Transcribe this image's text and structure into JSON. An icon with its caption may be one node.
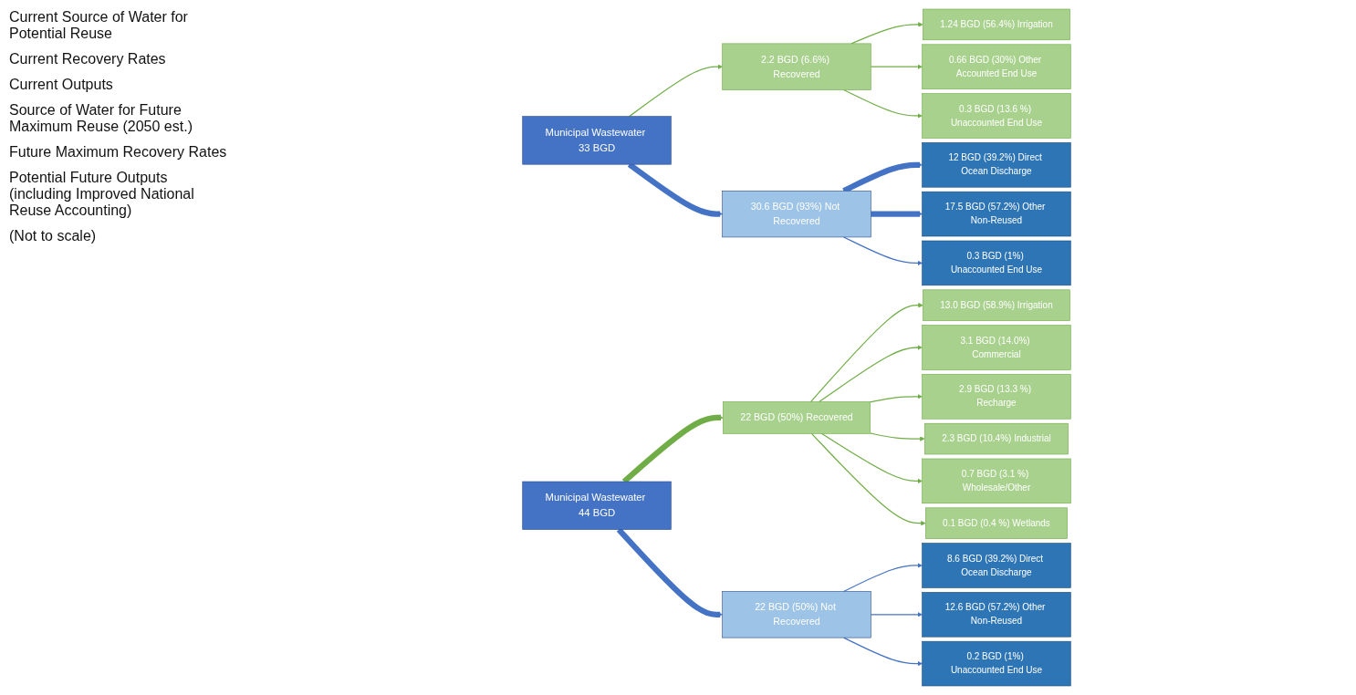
{
  "diagram": {
    "nodes": [
      {
        "text": [
          "Municipal Wastewater 33 BGD"
        ]
      },
      {
        "text": [
          "2.2 BGD (6.6%) Recovered"
        ]
      },
      {
        "text": [
          "30.6 BGD (93%) Not Recovered"
        ]
      },
      {
        "text": [
          "1.24 BGD (56.4%) Irrigation"
        ]
      },
      {
        "text": [
          "0.66 BGD (30%) Other Accounted End Use"
        ]
      },
      {
        "text": [
          "0.3 BGD (13.6 %) Unaccounted End Use"
        ]
      },
      {
        "text": [
          "12 BGD (39.2%) Direct Ocean Discharge"
        ]
      },
      {
        "text": [
          "17.5 BGD (57.2%) Other Non-Reused"
        ]
      },
      {
        "text": [
          "0.3 BGD (1%) Unaccounted End Use"
        ]
      },
      {
        "text": [
          "Municipal Wastewater 44 BGD"
        ]
      },
      {
        "text": [
          "22 BGD (50%) Recovered"
        ]
      },
      {
        "text": [
          "22 BGD (50%) Not Recovered"
        ]
      },
      {
        "text": [
          "13.0 BGD (58.9%) Irrigation"
        ]
      },
      {
        "text": [
          "3.1 BGD (14.0%) Commercial"
        ]
      },
      {
        "text": [
          "2.9 BGD (13.3 %) Recharge"
        ]
      },
      {
        "text": [
          "2.3 BGD (10.4%) Industrial"
        ]
      },
      {
        "text": [
          "0.7 BGD (3.1 %) Wholesale/Other"
        ]
      },
      {
        "text": [
          "0.1 BGD (0.4 %) Wetlands"
        ]
      },
      {
        "text": [
          "8.6 BGD (39.2%) Direct Ocean Discharge"
        ]
      },
      {
        "text": [
          "12.6 BGD (57.2%) Other Non-Reused"
        ]
      },
      {
        "text": [
          "0.2 BGD (1%) Unaccounted End Use"
        ]
      }
    ],
    "edges": [
      {
        "from": 0,
        "to": 1,
        "arrow": "to"
      },
      {
        "from": 0,
        "to": 2,
        "arrow": "to",
        "style": "thick",
        "color": "#4472c4"
      },
      {
        "from": 1,
        "to": 3,
        "arrow": "to"
      },
      {
        "from": 1,
        "to": 4,
        "arrow": "to"
      },
      {
        "from": 1,
        "to": 5,
        "arrow": "to"
      },
      {
        "from": 2,
        "to": 6,
        "arrow": "to",
        "style": "thick",
        "color": "#4472c4"
      },
      {
        "from": 2,
        "to": 7,
        "arrow": "to",
        "style": "thick",
        "color": "#4472c4"
      },
      {
        "from": 2,
        "to": 8,
        "arrow": "to",
        "color": "#4472c4"
      },
      {
        "from": 9,
        "to": 10,
        "arrow": "to",
        "style": "thick"
      },
      {
        "from": 9,
        "to": 11,
        "arrow": "to",
        "style": "thick",
        "color": "#4472c4"
      },
      {
        "from": 10,
        "to": 12,
        "arrow": "to"
      },
      {
        "from": 10,
        "to": 13,
        "arrow": "to"
      },
      {
        "from": 10,
        "to": 14,
        "arrow": "to"
      },
      {
        "from": 10,
        "to": 15,
        "arrow": "to"
      },
      {
        "from": 10,
        "to": 16,
        "arrow": "to"
      },
      {
        "from": 10,
        "to": 17,
        "arrow": "to"
      },
      {
        "from": 11,
        "to": 18,
        "arrow": "to",
        "color": "#4472c4"
      },
      {
        "from": 11,
        "to": 19,
        "arrow": "to",
        "color": "#4472c4"
      },
      {
        "from": 11,
        "to": 20,
        "arrow": "to",
        "color": "#4472c4"
      }
    ],
    "labels": [
      "Current Source of Water for Potential Reuse",
      "Current Recovery Rates",
      "Current Outputs",
      "Source of Water for Future Maximum Reuse (2050 est.)",
      "Future Maximum Recovery Rates",
      "Potential Future Outputs (including Improved National Reuse Accounting)",
      "(Not to scale)"
    ]
  }
}
